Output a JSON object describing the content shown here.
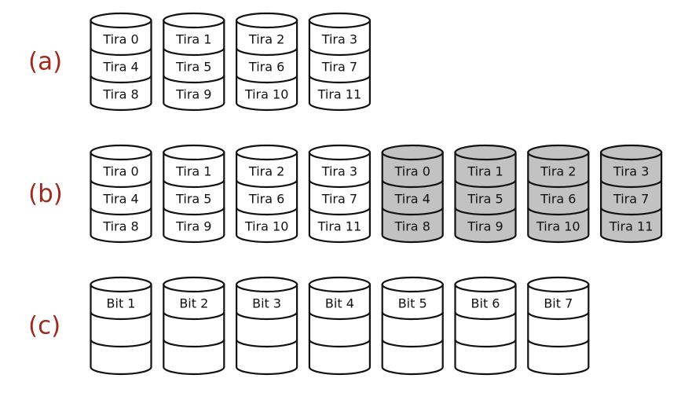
{
  "colors": {
    "label": "#9c2a1e",
    "outline": "#111111",
    "fill_normal": "#ffffff",
    "fill_shaded": "#c2c2c2"
  },
  "rows": [
    {
      "label": "(a)",
      "disks": [
        {
          "shaded": false,
          "cells": [
            "Tira 0",
            "Tira 4",
            "Tira 8"
          ]
        },
        {
          "shaded": false,
          "cells": [
            "Tira 1",
            "Tira 5",
            "Tira 9"
          ]
        },
        {
          "shaded": false,
          "cells": [
            "Tira 2",
            "Tira 6",
            "Tira 10"
          ]
        },
        {
          "shaded": false,
          "cells": [
            "Tira 3",
            "Tira 7",
            "Tira 11"
          ]
        }
      ]
    },
    {
      "label": "(b)",
      "disks": [
        {
          "shaded": false,
          "cells": [
            "Tira 0",
            "Tira 4",
            "Tira 8"
          ]
        },
        {
          "shaded": false,
          "cells": [
            "Tira 1",
            "Tira 5",
            "Tira 9"
          ]
        },
        {
          "shaded": false,
          "cells": [
            "Tira 2",
            "Tira 6",
            "Tira 10"
          ]
        },
        {
          "shaded": false,
          "cells": [
            "Tira 3",
            "Tira 7",
            "Tira 11"
          ]
        },
        {
          "shaded": true,
          "cells": [
            "Tira 0",
            "Tira 4",
            "Tira 8"
          ]
        },
        {
          "shaded": true,
          "cells": [
            "Tira 1",
            "Tira 5",
            "Tira 9"
          ]
        },
        {
          "shaded": true,
          "cells": [
            "Tira 2",
            "Tira 6",
            "Tira 10"
          ]
        },
        {
          "shaded": true,
          "cells": [
            "Tira 3",
            "Tira 7",
            "Tira 11"
          ]
        }
      ]
    },
    {
      "label": "(c)",
      "disks": [
        {
          "shaded": false,
          "cells": [
            "Bit 1",
            "",
            ""
          ]
        },
        {
          "shaded": false,
          "cells": [
            "Bit 2",
            "",
            ""
          ]
        },
        {
          "shaded": false,
          "cells": [
            "Bit 3",
            "",
            ""
          ]
        },
        {
          "shaded": false,
          "cells": [
            "Bit 4",
            "",
            ""
          ]
        },
        {
          "shaded": false,
          "cells": [
            "Bit 5",
            "",
            ""
          ]
        },
        {
          "shaded": false,
          "cells": [
            "Bit 6",
            "",
            ""
          ]
        },
        {
          "shaded": false,
          "cells": [
            "Bit 7",
            "",
            ""
          ]
        }
      ]
    }
  ]
}
